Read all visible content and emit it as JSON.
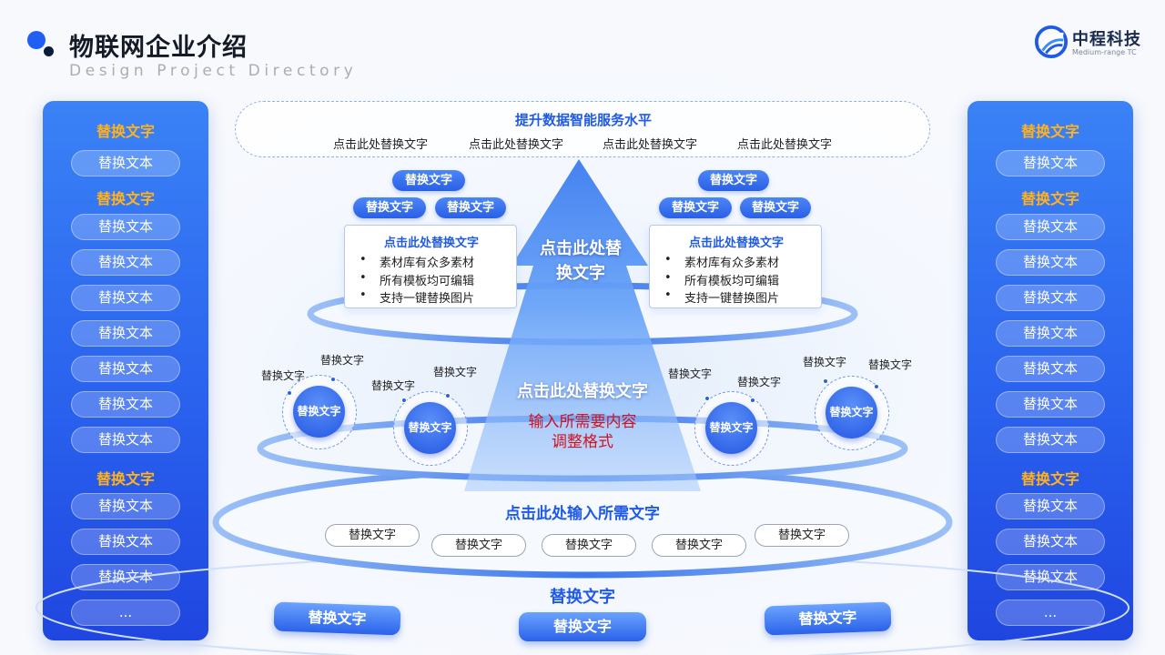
{
  "header": {
    "title": "物联网企业介绍",
    "subtitle": "Design Project Directory",
    "logo_name": "中程科技",
    "logo_sub": "Medium-range TC"
  },
  "left_panel": {
    "groups": [
      {
        "heading": "替换文字",
        "items": [
          "替换文本"
        ]
      },
      {
        "heading": "替换文字",
        "items": [
          "替换文本",
          "替换文本",
          "替换文本",
          "替换文本",
          "替换文本",
          "替换文本",
          "替换文本"
        ]
      },
      {
        "heading": "替换文字",
        "items": [
          "替换文本",
          "替换文本",
          "替换文本",
          "..."
        ]
      }
    ]
  },
  "right_panel": {
    "groups": [
      {
        "heading": "替换文字",
        "items": [
          "替换文本"
        ]
      },
      {
        "heading": "替换文字",
        "items": [
          "替换文本",
          "替换文本",
          "替换文本",
          "替换文本",
          "替换文本",
          "替换文本",
          "替换文本"
        ]
      },
      {
        "heading": "替换文字",
        "items": [
          "替换文本",
          "替换文本",
          "替换文本",
          "..."
        ]
      }
    ]
  },
  "top_banner": {
    "title": "提升数据智能服务水平",
    "items": [
      "点击此处替换文字",
      "点击此处替换文字",
      "点击此处替换文字",
      "点击此处替换文字"
    ]
  },
  "left_tier": {
    "pill_top": "替换文字",
    "pills": [
      "替换文字",
      "替换文字"
    ],
    "card_title": "点击此处替换文字",
    "card_lines": [
      "素材库有众多素材",
      "所有模板均可编辑",
      "支持一键替换图片"
    ]
  },
  "right_tier": {
    "pill_top": "替换文字",
    "pills": [
      "替换文字",
      "替换文字"
    ],
    "card_title": "点击此处替换文字",
    "card_lines": [
      "素材库有众多素材",
      "所有模板均可编辑",
      "支持一键替换图片"
    ]
  },
  "arrow": {
    "tip_label_line1": "点击此处替",
    "tip_label_line2": "换文字",
    "mid_label": "点击此处替换文字",
    "red_line1": "输入所需要内容",
    "red_line2": "调整格式",
    "red_color": "#d0141d"
  },
  "nodes": [
    {
      "label": "替换文字",
      "tags": [
        "替换文字",
        "替换文字"
      ]
    },
    {
      "label": "替换文字",
      "tags": [
        "替换文字",
        "替换文字"
      ]
    },
    {
      "label": "替换文字",
      "tags": [
        "替换文字",
        "替换文字"
      ]
    },
    {
      "label": "替换文字",
      "tags": [
        "替换文字",
        "替换文字"
      ]
    }
  ],
  "base": {
    "title": "点击此处输入所需文字",
    "pills": [
      "替换文字",
      "替换文字",
      "替换文字",
      "替换文字",
      "替换文字"
    ]
  },
  "bottom": {
    "title": "替换文字",
    "tags": [
      "替换文字",
      "替换文字",
      "替换文字"
    ]
  },
  "colors": {
    "accent": "#1f5ae6",
    "panel_blue": "#2a62ee",
    "heading_orange": "#ffb21e"
  }
}
